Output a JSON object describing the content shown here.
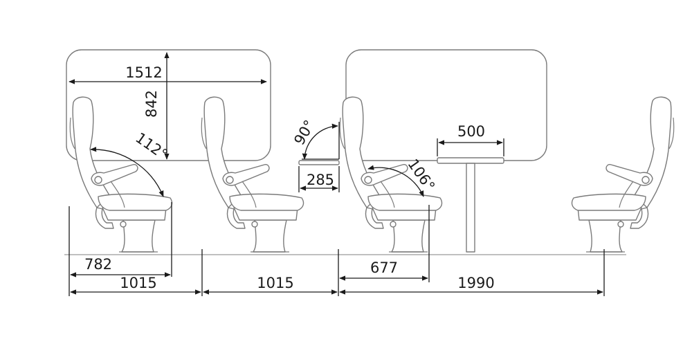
{
  "dimensions": {
    "window_width": "1512",
    "window_height": "842",
    "recline_angle_left": "112°",
    "backrest_angle": "90°",
    "tray_depth": "285",
    "table_width": "500",
    "recline_angle_right": "106°",
    "seat_reach_left": "782",
    "pitch_first": "1015",
    "pitch_second": "1015",
    "seat_reach_right": "677",
    "table_bay": "1990"
  }
}
